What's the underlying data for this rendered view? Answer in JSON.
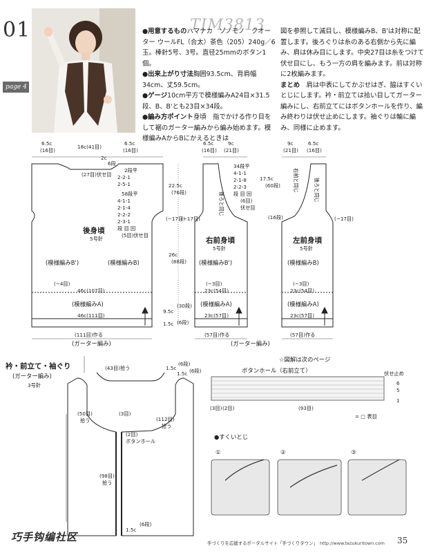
{
  "header": {
    "page_number": "01",
    "page_tab": "page 4",
    "watermark": "TIM3813"
  },
  "instructions": {
    "col1": [
      {
        "head": "●用意するもの",
        "text": "ハマナカ　ソノモノ　クオーター ウールFL（合太）茶色（205）240g／6玉。棒針5号、3号。直径25mmのボタン1個。"
      },
      {
        "head": "●出来上がり寸法",
        "text": "胸囲93.5cm、背肩幅34cm、丈59.5cm。"
      },
      {
        "head": "●ゲージ",
        "text": "10cm平方で模様編みA24目×31.5段、B、B'とも23目×34段。"
      },
      {
        "head": "●編み方ポイント",
        "text": "身頃　指でかける作り目をして裾のガーター編みから編み始めます。模様編みAからBにかえるときは"
      }
    ],
    "col2": [
      {
        "head": "",
        "text": "図を参照して減目し、模様編みB、B'は対称に配置します。後ろぐりは糸のある右側から先に編み、肩は休み目にします。中央27目は糸をつけて伏せ目にし、もう一方の肩を編みます。前は対称に2枚編みます。"
      },
      {
        "head": "まとめ",
        "text": "肩は中表にしてかぶせはぎ、脇はすくいとじにします。衿・前立ては拾い目してガーター編みにし、右前立てにはボタンホールを作り、編み終わりは伏せ止めにします。袖ぐりは輪に編み、同様に止めます。"
      }
    ]
  },
  "back": {
    "title": "後身頃",
    "needle": "5号針",
    "top_left_w": "6.5c",
    "top_left_st": "(16目)",
    "top_mid": "18c(41目)",
    "top_right_w": "6.5c",
    "top_right_st": "(16目)",
    "neck_depth": "2c",
    "neck_rows": "6段",
    "bind_off": "(27目)伏せ目",
    "neck_dec": [
      "2段平",
      "2-2-1",
      "2-5-1"
    ],
    "arm_dec": [
      "58段平",
      "4-1-1",
      "2-1-4",
      "2-2-2",
      "2-3-1",
      "段 目 回"
    ],
    "arm_bind": "(5目)伏せ目",
    "side_st": "(−17目)",
    "pat_b_prime": "(模様編みB')",
    "pat_b": "(模様編みB)",
    "dec4": "(−4目)",
    "width_mid": "46c(107目)",
    "pat_a": "(模様編みA)",
    "width_bottom": "46c(111目)",
    "cast_on": "(111目)作る",
    "garter": "(ガーター編み)"
  },
  "center_dims": {
    "h1": "22.5c",
    "h1_rows": "(76段)",
    "h2": "26c",
    "h2_rows": "(88段)",
    "h3": "9.5c",
    "h3_rows": "(30段)",
    "h4": "1.5c",
    "h4_rows": "(6段)"
  },
  "right_front": {
    "title": "右前身頃",
    "needle": "5号針",
    "top_l": "6.5c",
    "top_l_st": "(16目)",
    "top_r": "9c",
    "top_r_st": "(21目)",
    "neck_dec": [
      "34段平",
      "4-1-1",
      "2-1-8",
      "2-2-3",
      "段 目 回",
      "(6目)",
      "伏せ目"
    ],
    "same": "後ろと同じ",
    "side": "(−17目)",
    "pat_b_prime": "(模様編みB')",
    "dec3": "(−3目)",
    "width_mid": "23c(54目)",
    "pat_a": "(模様編みA)",
    "width_bottom": "23c(57目)",
    "cast_on": "(57目)作る"
  },
  "left_front": {
    "title": "左前身頃",
    "needle": "5号針",
    "top_l": "9c",
    "top_l_st": "(21目)",
    "top_r": "6.5c",
    "top_r_st": "(16目)",
    "same1": "右前と同じ",
    "same2": "後ろと同じ",
    "rows_17": "17.5c",
    "rows_17_st": "(60段)",
    "rows_16": "(16段)",
    "side": "(−17目)",
    "pat_b": "(模様編みB)",
    "dec3": "(−3目)",
    "width_mid": "23c(54目)",
    "pat_a": "(模様編みA)",
    "width_bottom": "23c(57目)",
    "cast_on": "(57目)作る"
  },
  "garter_bottom": "(ガーター編み)",
  "collar": {
    "title": "衿・前立て・袖ぐり",
    "sub": "(ガーター編み)",
    "needle": "3号針",
    "pick_top": "(43目)拾う",
    "top_w1": "1.5c",
    "top_r1": "(6段)",
    "top_w2": "1.5c",
    "top_r2": "(6段)",
    "pick_50": "(50目)",
    "pick_50b": "拾う",
    "pick_3": "(3目)",
    "pick_112": "(112目)",
    "pick_112b": "拾う",
    "pick_2": "(2目)",
    "buttonhole": "ボタンホール",
    "pick_98": "(98目)",
    "pick_98b": "拾う",
    "bottom_w": "1.5c",
    "bottom_r": "(6段)"
  },
  "chart": {
    "note": "☆図解は次のページ",
    "title": "ボタンホール（右前立て）",
    "bind_off": "伏せ止め",
    "row_labels": [
      "6",
      "5",
      "1"
    ],
    "st3": "(3目)",
    "st2": "(2目)",
    "st93": "(93目)",
    "legend": "= □ 表目"
  },
  "sukui": {
    "title": "●すくいとじ",
    "steps": [
      "①",
      "②",
      "③"
    ]
  },
  "footer": {
    "text": "手づくりを応援するポータルサイト「手づくりタウン」　http://www.tezukuritown.com",
    "page": "35"
  },
  "logo": "巧手钩编社区"
}
